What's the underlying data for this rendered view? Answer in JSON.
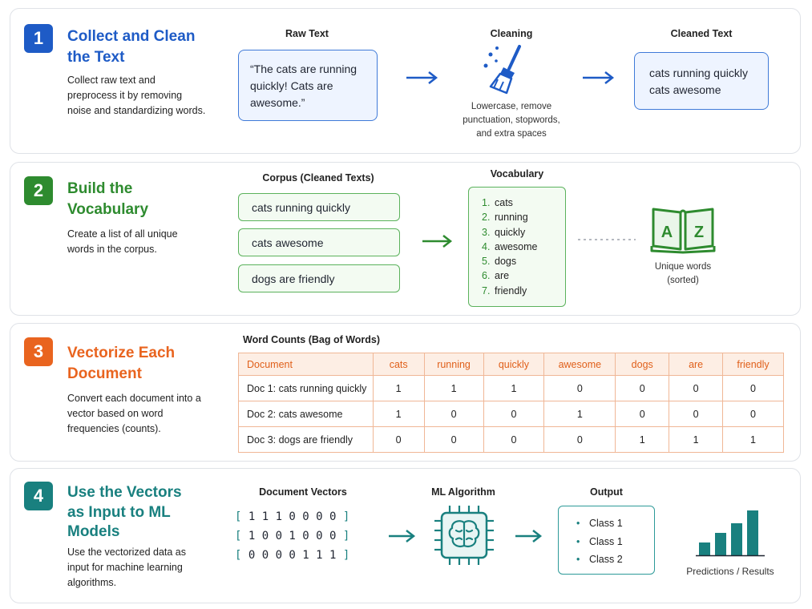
{
  "colors": {
    "blue": "#1e5bc6",
    "green": "#2e8b2f",
    "orange": "#e9641f",
    "teal": "#19807f"
  },
  "step1": {
    "number": "1",
    "title": "Collect and Clean the Text",
    "desc": "Collect raw text and preprocess it by removing noise and standardizing words.",
    "raw_label": "Raw Text",
    "raw_text": "“The cats are running quickly! Cats are awesome.”",
    "cleaning_label": "Cleaning",
    "cleaning_icon": "broom-icon",
    "cleaning_desc": "Lowercase, remove punctuation, stopwords, and extra spaces",
    "cleaned_label": "Cleaned Text",
    "cleaned_text": "cats running quickly cats awesome"
  },
  "step2": {
    "number": "2",
    "title": "Build the Vocabulary",
    "desc": "Create a list of all unique words in the corpus.",
    "corpus_label": "Corpus (Cleaned Texts)",
    "corpus": [
      "cats running quickly",
      "cats awesome",
      "dogs are friendly"
    ],
    "vocab_label": "Vocabulary",
    "vocab": [
      {
        "n": "1.",
        "w": "cats"
      },
      {
        "n": "2.",
        "w": "running"
      },
      {
        "n": "3.",
        "w": "quickly"
      },
      {
        "n": "4.",
        "w": "awesome"
      },
      {
        "n": "5.",
        "w": "dogs"
      },
      {
        "n": "6.",
        "w": "are"
      },
      {
        "n": "7.",
        "w": "friendly"
      }
    ],
    "book_icon": "az-book-icon",
    "book_letters": [
      "A",
      "Z"
    ],
    "book_desc": "Unique words (sorted)"
  },
  "step3": {
    "number": "3",
    "title": "Vectorize Each Document",
    "desc": "Convert each document into a vector based on word frequencies (counts).",
    "table_label": "Word Counts (Bag of Words)",
    "columns": [
      "Document",
      "cats",
      "running",
      "quickly",
      "awesome",
      "dogs",
      "are",
      "friendly"
    ],
    "rows": [
      [
        "Doc 1: cats running quickly",
        "1",
        "1",
        "1",
        "0",
        "0",
        "0",
        "0"
      ],
      [
        "Doc 2: cats awesome",
        "1",
        "0",
        "0",
        "1",
        "0",
        "0",
        "0"
      ],
      [
        "Doc 3: dogs are friendly",
        "0",
        "0",
        "0",
        "0",
        "1",
        "1",
        "1"
      ]
    ]
  },
  "step4": {
    "number": "4",
    "title": "Use the Vectors as Input to ML Models",
    "desc": "Use the vectorized data as input for machine learning algorithms.",
    "vectors_label": "Document Vectors",
    "vectors": [
      "1 1 1 0 0 0 0",
      "1 0 0 1 0 0 0",
      "0 0 0 0 1 1 1"
    ],
    "algo_label": "ML Algorithm",
    "algo_icon": "brain-chip-icon",
    "output_label": "Output",
    "outputs": [
      "Class 1",
      "Class 1",
      "Class 2"
    ],
    "chart_icon": "bar-chart-icon",
    "results_label": "Predictions / Results"
  }
}
